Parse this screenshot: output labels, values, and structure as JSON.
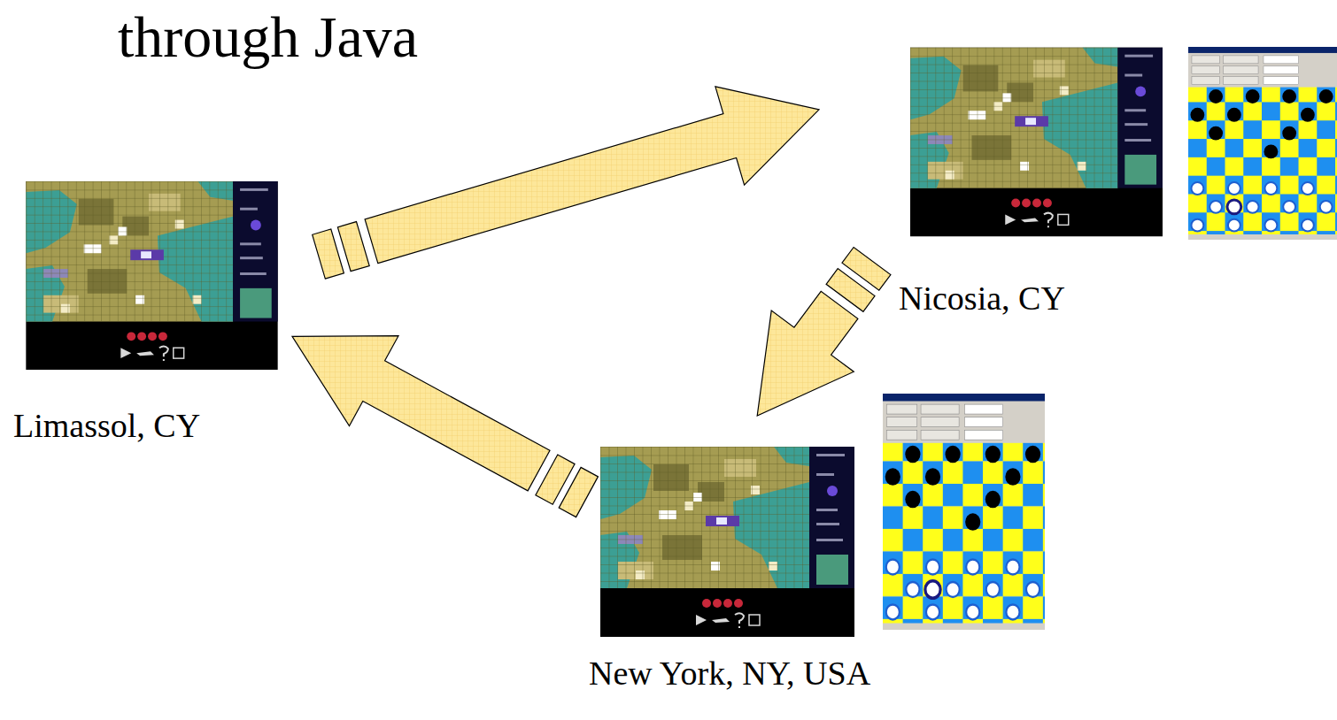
{
  "diagram": {
    "title": "through Java",
    "nodes": [
      {
        "text": [
          "Limassol, CY"
        ]
      },
      {
        "text": [
          "Nicosia, CY"
        ]
      },
      {
        "text": [
          "New York, NY, USA"
        ]
      }
    ],
    "edges": [
      {
        "from": 0,
        "to": 1,
        "arrow": "to"
      },
      {
        "from": 1,
        "to": 2,
        "arrow": "to"
      },
      {
        "from": 2,
        "to": 0,
        "arrow": "to"
      }
    ]
  }
}
